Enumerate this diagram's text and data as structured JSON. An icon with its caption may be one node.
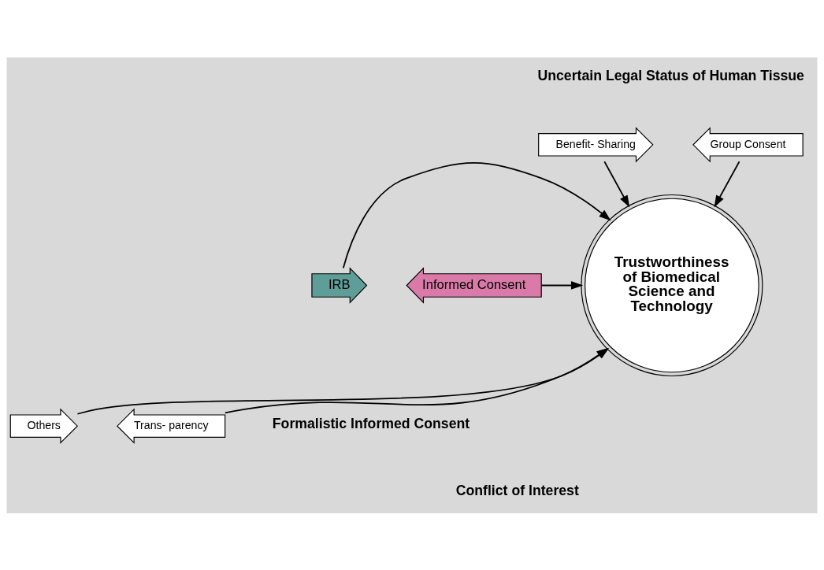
{
  "diagram": {
    "nodes": [
      {
        "text": [
          "Trustworthiness of Biomedical Science and Technology"
        ]
      },
      {
        "text": [
          "Benefit- Sharing"
        ]
      },
      {
        "text": [
          "Group Consent"
        ]
      },
      {
        "text": [
          "IRB"
        ]
      },
      {
        "text": [
          "Informed Consent"
        ]
      },
      {
        "text": [
          "Others"
        ]
      },
      {
        "text": [
          "Trans- parency"
        ]
      }
    ],
    "edges": [
      {
        "from": 1,
        "to": 0,
        "arrow": "to"
      },
      {
        "from": 2,
        "to": 0,
        "arrow": "to"
      },
      {
        "from": 3,
        "to": 0,
        "arrow": "to"
      },
      {
        "from": 4,
        "to": 0,
        "arrow": "to"
      },
      {
        "from": 5,
        "to": 0,
        "arrow": "to"
      },
      {
        "from": 6,
        "to": 0,
        "arrow": "to"
      }
    ],
    "labels": [
      "Uncertain Legal Status of Human Tissue",
      "Formalistic Informed Consent",
      "Conflict of Interest"
    ]
  }
}
